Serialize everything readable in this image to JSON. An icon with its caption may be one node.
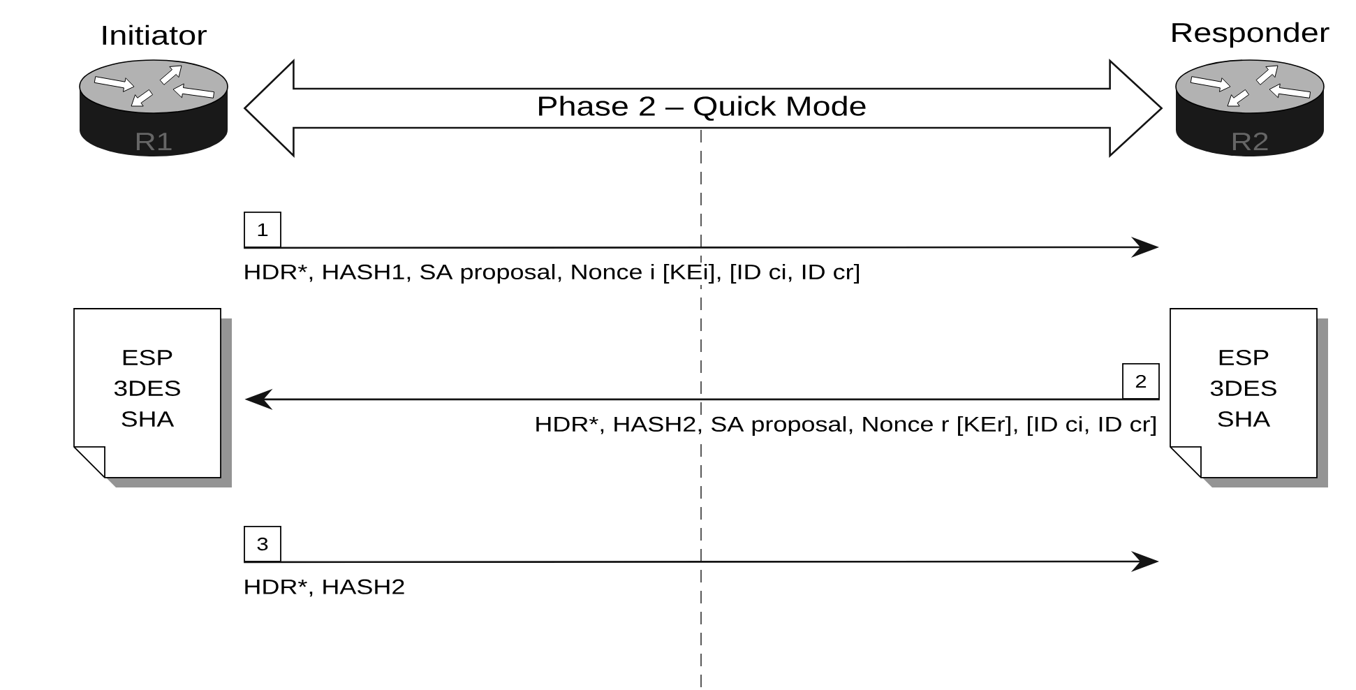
{
  "diagram": {
    "nodes": [
      {
        "text": [
          "Initiator",
          "R1"
        ]
      },
      {
        "text": [
          "Responder",
          "R2"
        ]
      },
      {
        "text": [
          "1"
        ]
      },
      {
        "text": [
          "ESP 3DES SHA"
        ]
      },
      {
        "text": [
          "2"
        ]
      },
      {
        "text": [
          "ESP 3DES SHA"
        ]
      },
      {
        "text": [
          "3"
        ]
      }
    ],
    "edges": [
      {
        "from": 0,
        "to": 1,
        "arrow": "both",
        "label": "Phase 2 – Quick Mode",
        "style": "thick"
      },
      {
        "from": 2,
        "to": null,
        "arrow": "to",
        "label": "HDR*, HASH1, SA proposal, Nonce i [KEi], [ID ci, ID cr]"
      },
      {
        "from": 4,
        "to": 3,
        "arrow": "to",
        "label": "HDR*, HASH2, SA proposal, Nonce r [KEr], [ID ci, ID cr]"
      },
      {
        "from": 6,
        "to": null,
        "arrow": "to",
        "label": "HDR*, HASH2"
      }
    ]
  }
}
